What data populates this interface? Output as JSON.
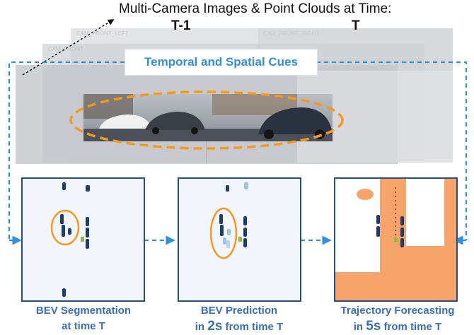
{
  "header": {
    "title": "Multi-Camera Images & Point Clouds at Time:",
    "t_prev": "T-1",
    "t_curr": "T"
  },
  "cue_label": "Temporal and Spatial Cues",
  "camera_tabs": [
    "CAM_FRONT_LEFT",
    "CAM_FRONT",
    "CAM_FRONT_RIGHT"
  ],
  "panels": [
    {
      "line1": "BEV Segmentation",
      "line2": "at time T"
    },
    {
      "line1": "BEV Prediction",
      "line2_pre": "in ",
      "line2_big": "2s",
      "line2_post": " from time T"
    },
    {
      "line1": "Trajectory Forecasting",
      "line2_pre": "in ",
      "line2_big": "5s",
      "line2_post": " from time T"
    }
  ],
  "colors": {
    "arrow_blue": "#2f8fe0",
    "ellipse_orange": "#f39a1e",
    "caption_blue": "#3a6fb6",
    "bev_bg": "#f2f6fc",
    "bev_border": "#1e4e8c",
    "drivable_orange": "#f6a46a",
    "vehicle_navy": "#1e3c6e",
    "ego_green": "#8fbe3c"
  }
}
